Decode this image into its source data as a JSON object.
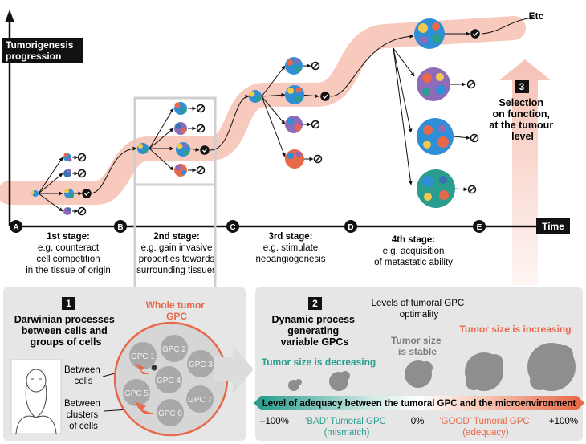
{
  "axes": {
    "y_label_line1": "Tumorigenesis",
    "y_label_line2": "progression",
    "x_label": "Time",
    "etc": "Etc"
  },
  "markers": [
    "A",
    "B",
    "C",
    "D",
    "E"
  ],
  "stages": [
    {
      "title": "1st stage:",
      "lines": [
        "e.g. counteract",
        "cell competition",
        "in the tissue of origin"
      ]
    },
    {
      "title": "2nd stage:",
      "lines": [
        "e.g. gain invasive",
        "properties towards",
        "surrounding tissues"
      ]
    },
    {
      "title": "3rd stage:",
      "lines": [
        "e.g. stimulate",
        "neoangiogenesis"
      ]
    },
    {
      "title": "4th stage:",
      "lines": [
        "e.g. acquisition",
        "of metastatic ability"
      ]
    }
  ],
  "selection": {
    "number": "3",
    "lines": [
      "Selection",
      "on function,",
      "at the tumour",
      "level"
    ]
  },
  "panel1": {
    "number": "1",
    "title_lines": [
      "Darwinian processes",
      "between cells and",
      "groups of cells"
    ],
    "whole_lines": [
      "Whole tumor",
      "GPC"
    ],
    "gpcs": [
      "GPC 1",
      "GPC 2",
      "GPC 3",
      "GPC 4",
      "GPC 5",
      "GPC 6",
      "GPC 7"
    ],
    "between_cells": [
      "Between",
      "cells"
    ],
    "between_clusters": [
      "Between",
      "clusters",
      "of cells"
    ]
  },
  "panel2": {
    "number": "2",
    "title_lines": [
      "Dynamic process",
      "generating",
      "variable GPCs"
    ],
    "levels_lines": [
      "Levels of tumoral GPC",
      "optimality"
    ],
    "increasing": "Tumor size is increasing",
    "stable_lines": [
      "Tumor size",
      "is stable"
    ],
    "decreasing": "Tumor size is decreasing",
    "adequacy_bar": "Level of adequacy between the tumoral GPC and the microenvironment",
    "minus100": "–100%",
    "bad_lines": [
      "‘BAD’ Tumoral GPC",
      "(mismatch)"
    ],
    "zero": "0%",
    "good_lines": [
      "‘GOOD’ Tumoral GPC",
      "(adequacy)"
    ],
    "plus100": "+100%"
  },
  "colors": {
    "salmon": "#f3b3a6",
    "orange": "#e8694a",
    "teal": "#2a9d8f",
    "panel": "#e6e6e6",
    "gray_text": "#7d7d7d"
  }
}
